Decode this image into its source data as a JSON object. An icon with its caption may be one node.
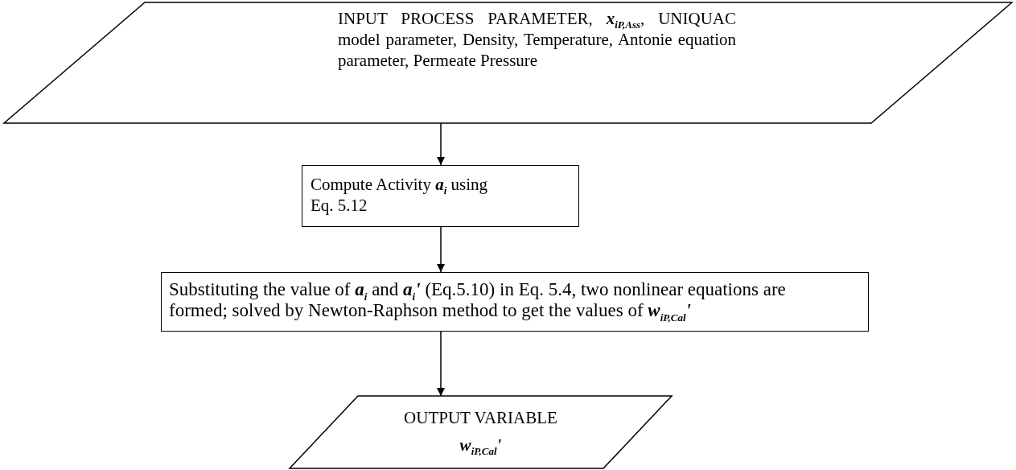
{
  "diagram": {
    "nodes": [
      {
        "text": [
          "INPUT PROCESS PARAMETER, **x**$_{iP,Ass}$, UNIQUAC model parameter, Density, Temperature, Antonie equation parameter, Permeate Pressure"
        ]
      },
      {
        "text": [
          "Compute Activity **a**$_{i}$ using Eq. 5.12"
        ]
      },
      {
        "text": [
          "Substituting the value of **a**$_{i}$ and **a**$_{i}$**'** (Eq.5.10) in Eq. 5.4, two nonlinear equations are formed; solved by Newton-Raphson method to get the values of **w**$_{iP,Cal}$**'**"
        ]
      },
      {
        "text": [
          "OUTPUT VARIABLE",
          "**w**$_{iP,Cal}$**'**"
        ]
      }
    ],
    "edges": [
      {
        "from": 0,
        "to": 1,
        "arrow": "to"
      },
      {
        "from": 1,
        "to": 2,
        "arrow": "to"
      },
      {
        "from": 2,
        "to": 3,
        "arrow": "to"
      }
    ]
  }
}
